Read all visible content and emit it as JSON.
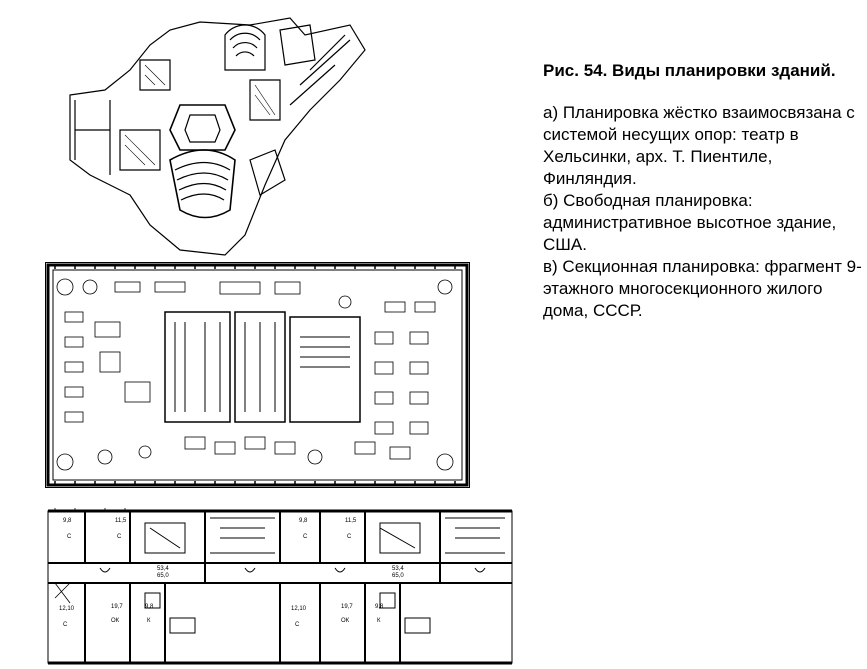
{
  "caption": {
    "title": "Рис. 54. Виды планировки зданий.",
    "items": [
      "а) Планировка жёстко взаимосвязана с системой несущих опор: театр в Хельсинки, арх. Т. Пиентиле, Финляндия.",
      "б) Свободная планировка: административное высотное здание, США.",
      "в) Секционная планировка: фрагмент 9-этажного многосекционного жилого дома, СССР."
    ]
  },
  "plan_c_labels": {
    "area_9_8": "9,8",
    "area_11_5": "11,5",
    "area_53_4": "53,4",
    "area_65_0": "65,0",
    "area_12_10": "12,10",
    "area_19_7": "19,7",
    "room_s": "С",
    "room_ok": "ОК",
    "room_k": "К"
  },
  "colors": {
    "ink": "#000000",
    "paper": "#ffffff"
  }
}
